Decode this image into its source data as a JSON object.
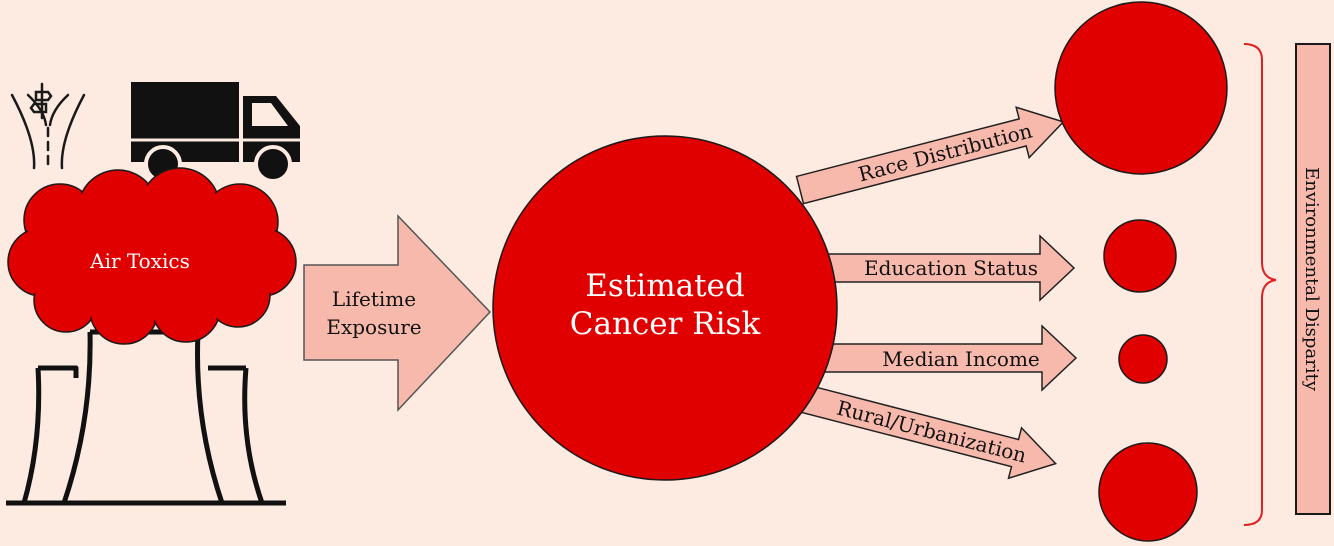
{
  "colors": {
    "background": "#fdeae0",
    "risk_red": "#e00000",
    "arrow_fill": "#f7b9ab",
    "outline": "#1a1a1a",
    "bracket": "#e02020"
  },
  "sources": {
    "road_icon": "road-icon",
    "truck_icon": "truck-icon",
    "factory_icon": "power-plant-icon",
    "cloud_label": "Air Toxics"
  },
  "exposure": {
    "line1": "Lifetime",
    "line2": "Exposure"
  },
  "risk": {
    "line1": "Estimated",
    "line2": "Cancer Risk"
  },
  "factors": [
    {
      "label": "Race Distribution"
    },
    {
      "label": "Education Status"
    },
    {
      "label": "Median Income"
    },
    {
      "label": "Rural/Urbanization"
    }
  ],
  "disparity": {
    "label": "Environmental Disparity"
  }
}
